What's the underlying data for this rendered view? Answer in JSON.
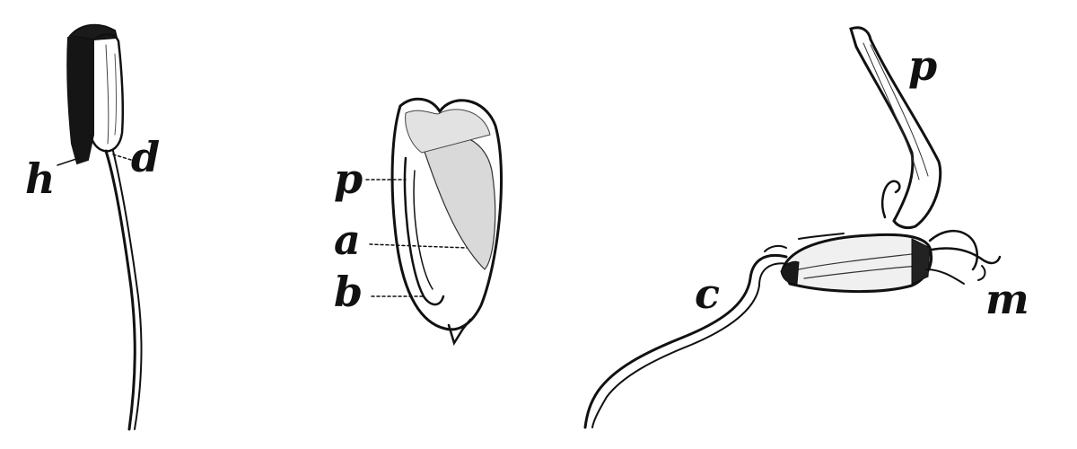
{
  "figures": [
    {
      "id": "seedling-left",
      "labels": {
        "h": "h",
        "d": "d"
      }
    },
    {
      "id": "grain-section",
      "labels": {
        "p": "p",
        "a": "a",
        "b": "b"
      }
    },
    {
      "id": "germinating-grain",
      "labels": {
        "p": "p",
        "c": "c",
        "m": "m"
      }
    }
  ],
  "colors": {
    "ink": "#111111",
    "paper": "#ffffff"
  }
}
